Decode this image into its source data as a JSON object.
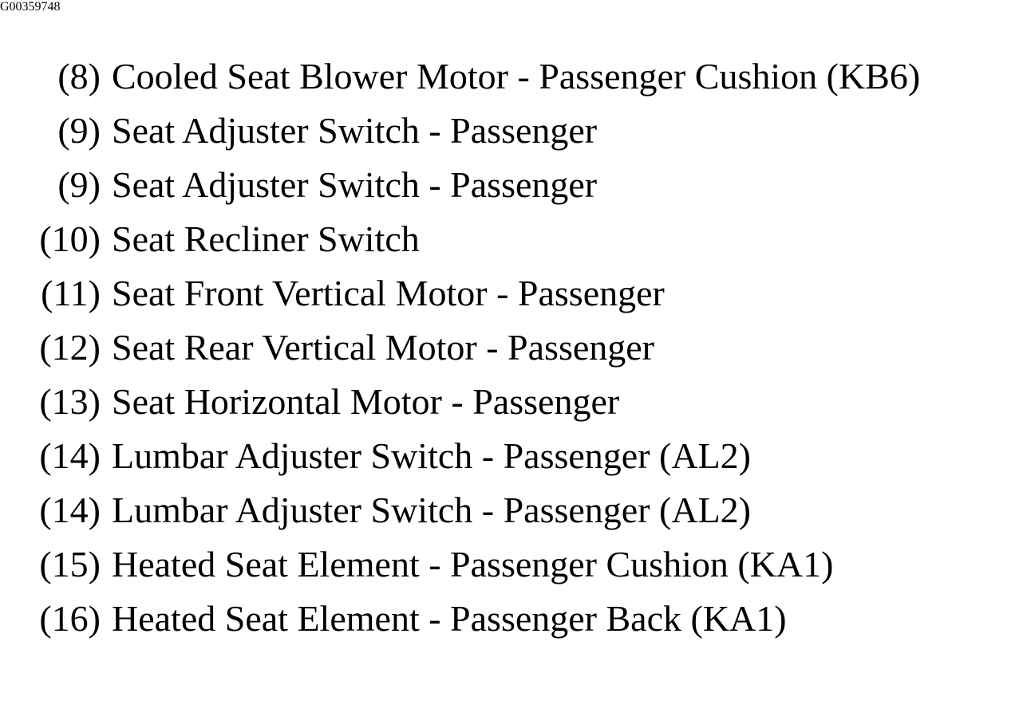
{
  "page": {
    "background_color": "#ffffff",
    "text_color": "#000000"
  },
  "legend": {
    "rows": [
      {
        "index": "(8)",
        "label": "Cooled Seat Blower Motor - Passenger Cushion (KB6)"
      },
      {
        "index": "(9)",
        "label": "Seat Adjuster Switch - Passenger"
      },
      {
        "index": "(9)",
        "label": "Seat Adjuster Switch - Passenger"
      },
      {
        "index": "(10)",
        "label": "Seat Recliner Switch"
      },
      {
        "index": "(11)",
        "label": "Seat Front Vertical Motor - Passenger"
      },
      {
        "index": "(12)",
        "label": "Seat Rear Vertical Motor - Passenger"
      },
      {
        "index": "(13)",
        "label": "Seat Horizontal Motor - Passenger"
      },
      {
        "index": "(14)",
        "label": "Lumbar Adjuster Switch - Passenger (AL2)"
      },
      {
        "index": "(14)",
        "label": "Lumbar Adjuster Switch - Passenger (AL2)"
      },
      {
        "index": "(15)",
        "label": "Heated Seat Element - Passenger Cushion (KA1)"
      },
      {
        "index": "(16)",
        "label": "Heated Seat Element - Passenger Back (KA1)"
      }
    ]
  },
  "footer": {
    "figure_code": "G00359748"
  }
}
